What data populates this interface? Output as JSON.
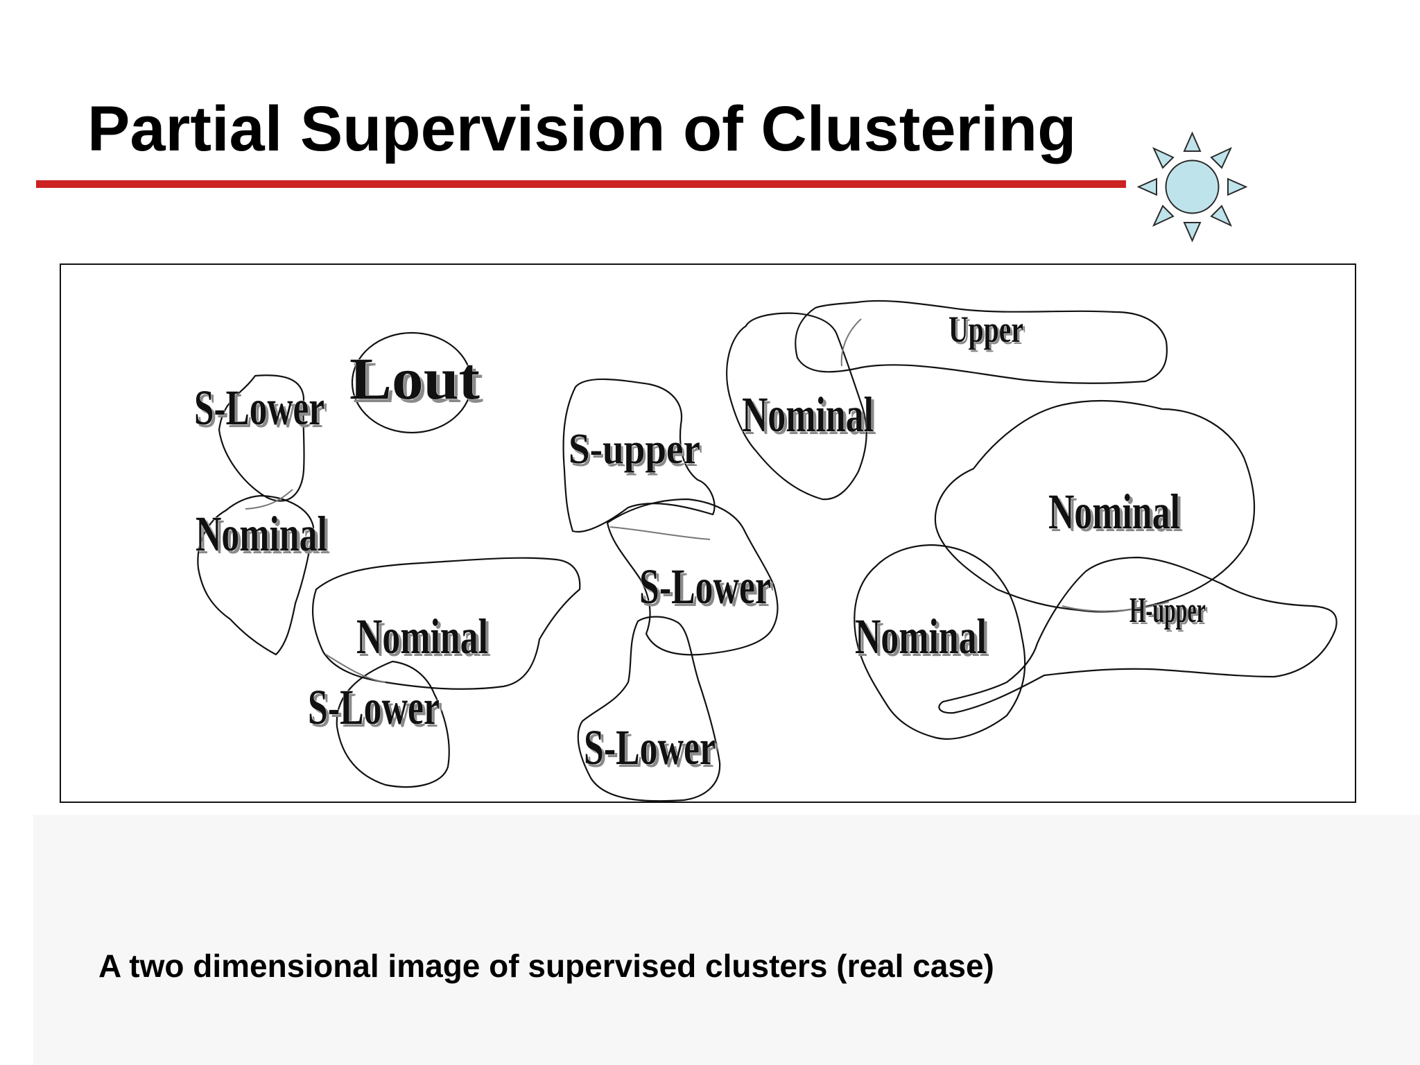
{
  "slide": {
    "title": "Partial Supervision of Clustering",
    "caption": "A two dimensional image of supervised clusters (real case)",
    "accent_color": "#cc2222",
    "sun_icon_color": "#bfe3ea"
  },
  "clusters": [
    {
      "id": "s-lower-1",
      "label": "S-Lower"
    },
    {
      "id": "nominal-1",
      "label": "Nominal"
    },
    {
      "id": "lout",
      "label": "Lout"
    },
    {
      "id": "nominal-2",
      "label": "Nominal"
    },
    {
      "id": "s-lower-2",
      "label": "S-Lower"
    },
    {
      "id": "s-upper",
      "label": "S-upper"
    },
    {
      "id": "s-lower-3",
      "label": "S-Lower"
    },
    {
      "id": "s-lower-4",
      "label": "S-Lower"
    },
    {
      "id": "nominal-3",
      "label": "Nominal"
    },
    {
      "id": "upper",
      "label": "Upper"
    },
    {
      "id": "nominal-4",
      "label": "Nominal"
    },
    {
      "id": "nominal-5",
      "label": "Nominal"
    },
    {
      "id": "h-upper",
      "label": "H-upper"
    }
  ]
}
